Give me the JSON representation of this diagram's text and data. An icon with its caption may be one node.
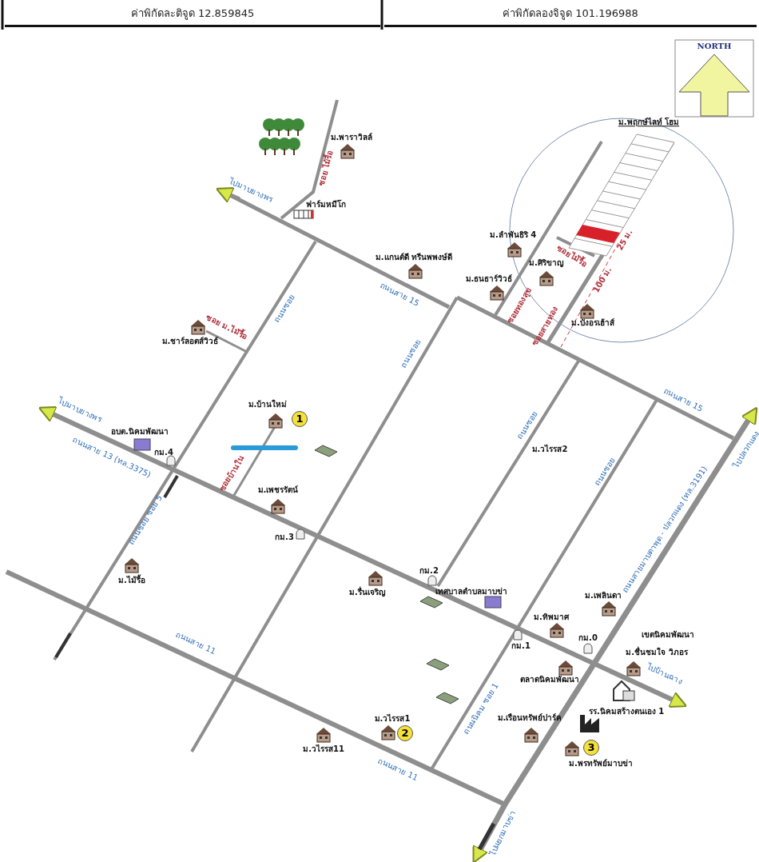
{
  "diagram": {
    "labels": [
      "ค่าพิกัดละติจูด 12.859845",
      "ค่าพิกัดลองจิจูด 101.196988",
      "NORTH",
      "ม.พาราวิลล์",
      "ซอย ไม้รื้อ",
      "ไปมาบยางพร",
      "ฟาร์มหมีโก",
      "ม.พฤกษ์ไลท์ โฮม",
      "ม.แกนต์ดี ทรีนพพงษ์ดี",
      "ม.ลำพันธิริ 4",
      "ม.ศิริขาญ",
      "ม.ธนธาร์วิวธ์",
      "ซอยไม้รื้อ",
      "25 ม.",
      "ถนนสาย 15",
      "ซอยทองสุข",
      "100 ม.",
      "ซอยสายทอง",
      "ม.บังอรเฮ้าส์",
      "ถนนซอย",
      "ซอย ม.ไม้รื้อ",
      "ม.ชาร์ลอตส์วิวธ์",
      "ถนนซอย",
      "ถนนสาย 15",
      "ไปปลวกแดง",
      "ม.บ้านใหม่",
      "1",
      "ไปมาบยางพร",
      "อบต.นิคมพัฒนา",
      "ถนนสาย 13 (ทล.3375)",
      "กม.4",
      "ถนนซอย",
      "ม.วไรรส2",
      "ซอยบ้านใน",
      "ม.เพชรรัตน์",
      "ถนนซอย",
      "ถนนสายมาบตาพุด - ปลวกแดง (ทล.3191)",
      "ถนนซอย ซอย 5",
      "กม.3",
      "ม.ไม้รื้อ",
      "ม.รื่นเจริญ",
      "กม.2",
      "เทศบาลตำบลมาบข่า",
      "ม.เพลินดา",
      "ม.ทิพมาศ",
      "กม.1",
      "กม.0",
      "เขตนิคมพัฒนา",
      "ม.ชื่นชมใจ วิภอร",
      "ตลาดนิคมพัฒนา",
      "ถนนสาย 11",
      "ถนนนิคม ซอย 1",
      "ไปบ้านฉาง",
      "รร.นิคมสร้างตนเอง 1",
      "ม.วไรรส1",
      "2",
      "ม.เรือนทรัพย์ปาร์ค",
      "ม.วไรรส11",
      "3",
      "ม.พรทรัพย์มาบข่า",
      "ถนนสาย 11",
      "ไปแยกมาบข่า"
    ]
  }
}
